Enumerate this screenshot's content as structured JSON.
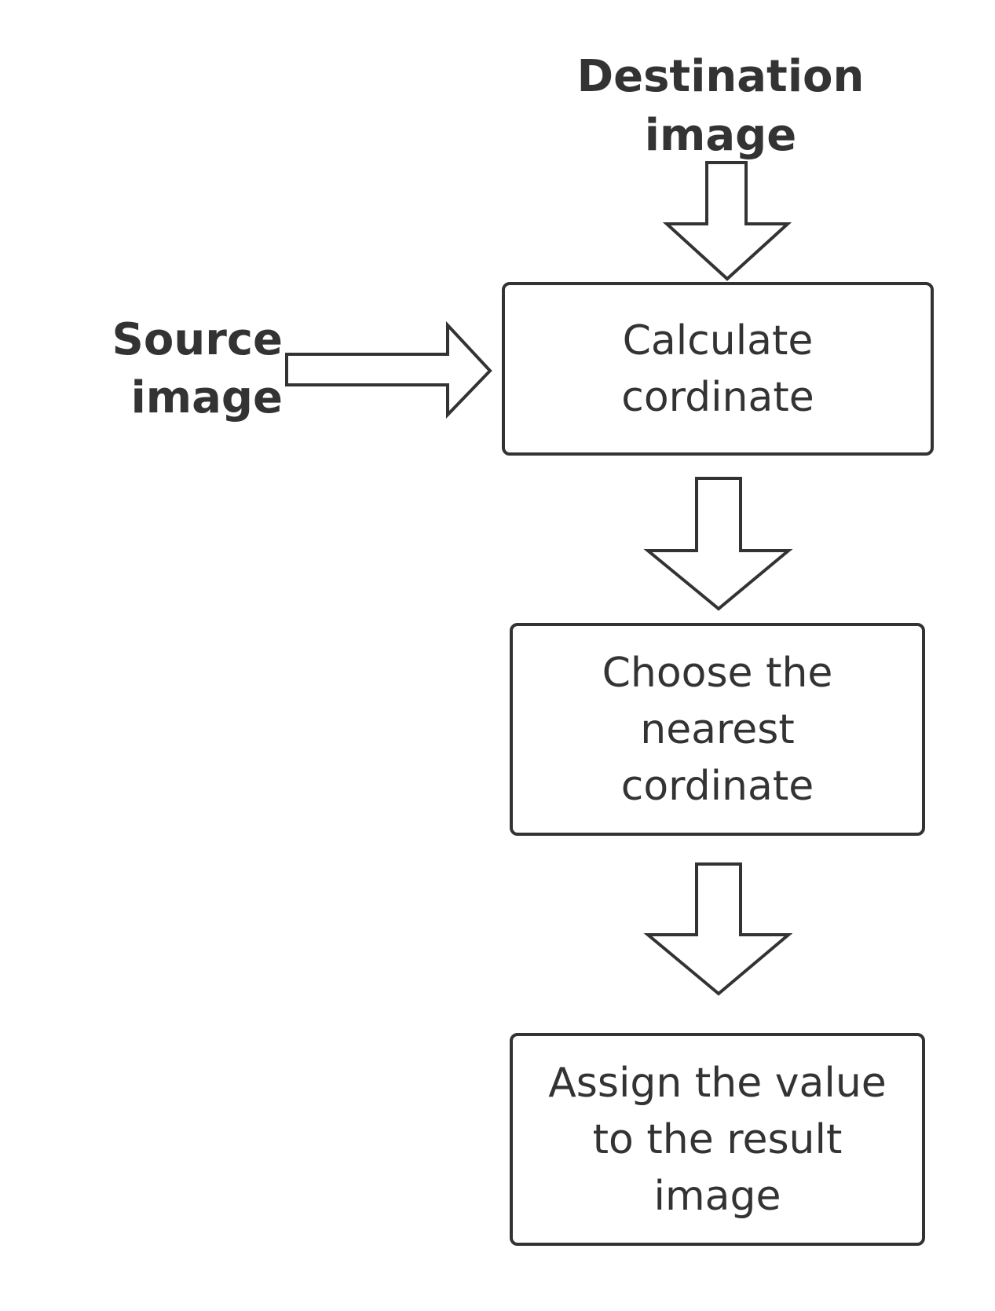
{
  "inputs": {
    "destination": [
      "Destination",
      "image"
    ],
    "source": [
      "Source",
      "image"
    ]
  },
  "steps": [
    {
      "lines": [
        "Calculate",
        "cordinate"
      ]
    },
    {
      "lines": [
        "Choose the",
        "nearest",
        "cordinate"
      ]
    },
    {
      "lines": [
        "Assign the value",
        "to the result",
        "image"
      ]
    }
  ],
  "colors": {
    "stroke": "#333333",
    "background": "#ffffff"
  }
}
